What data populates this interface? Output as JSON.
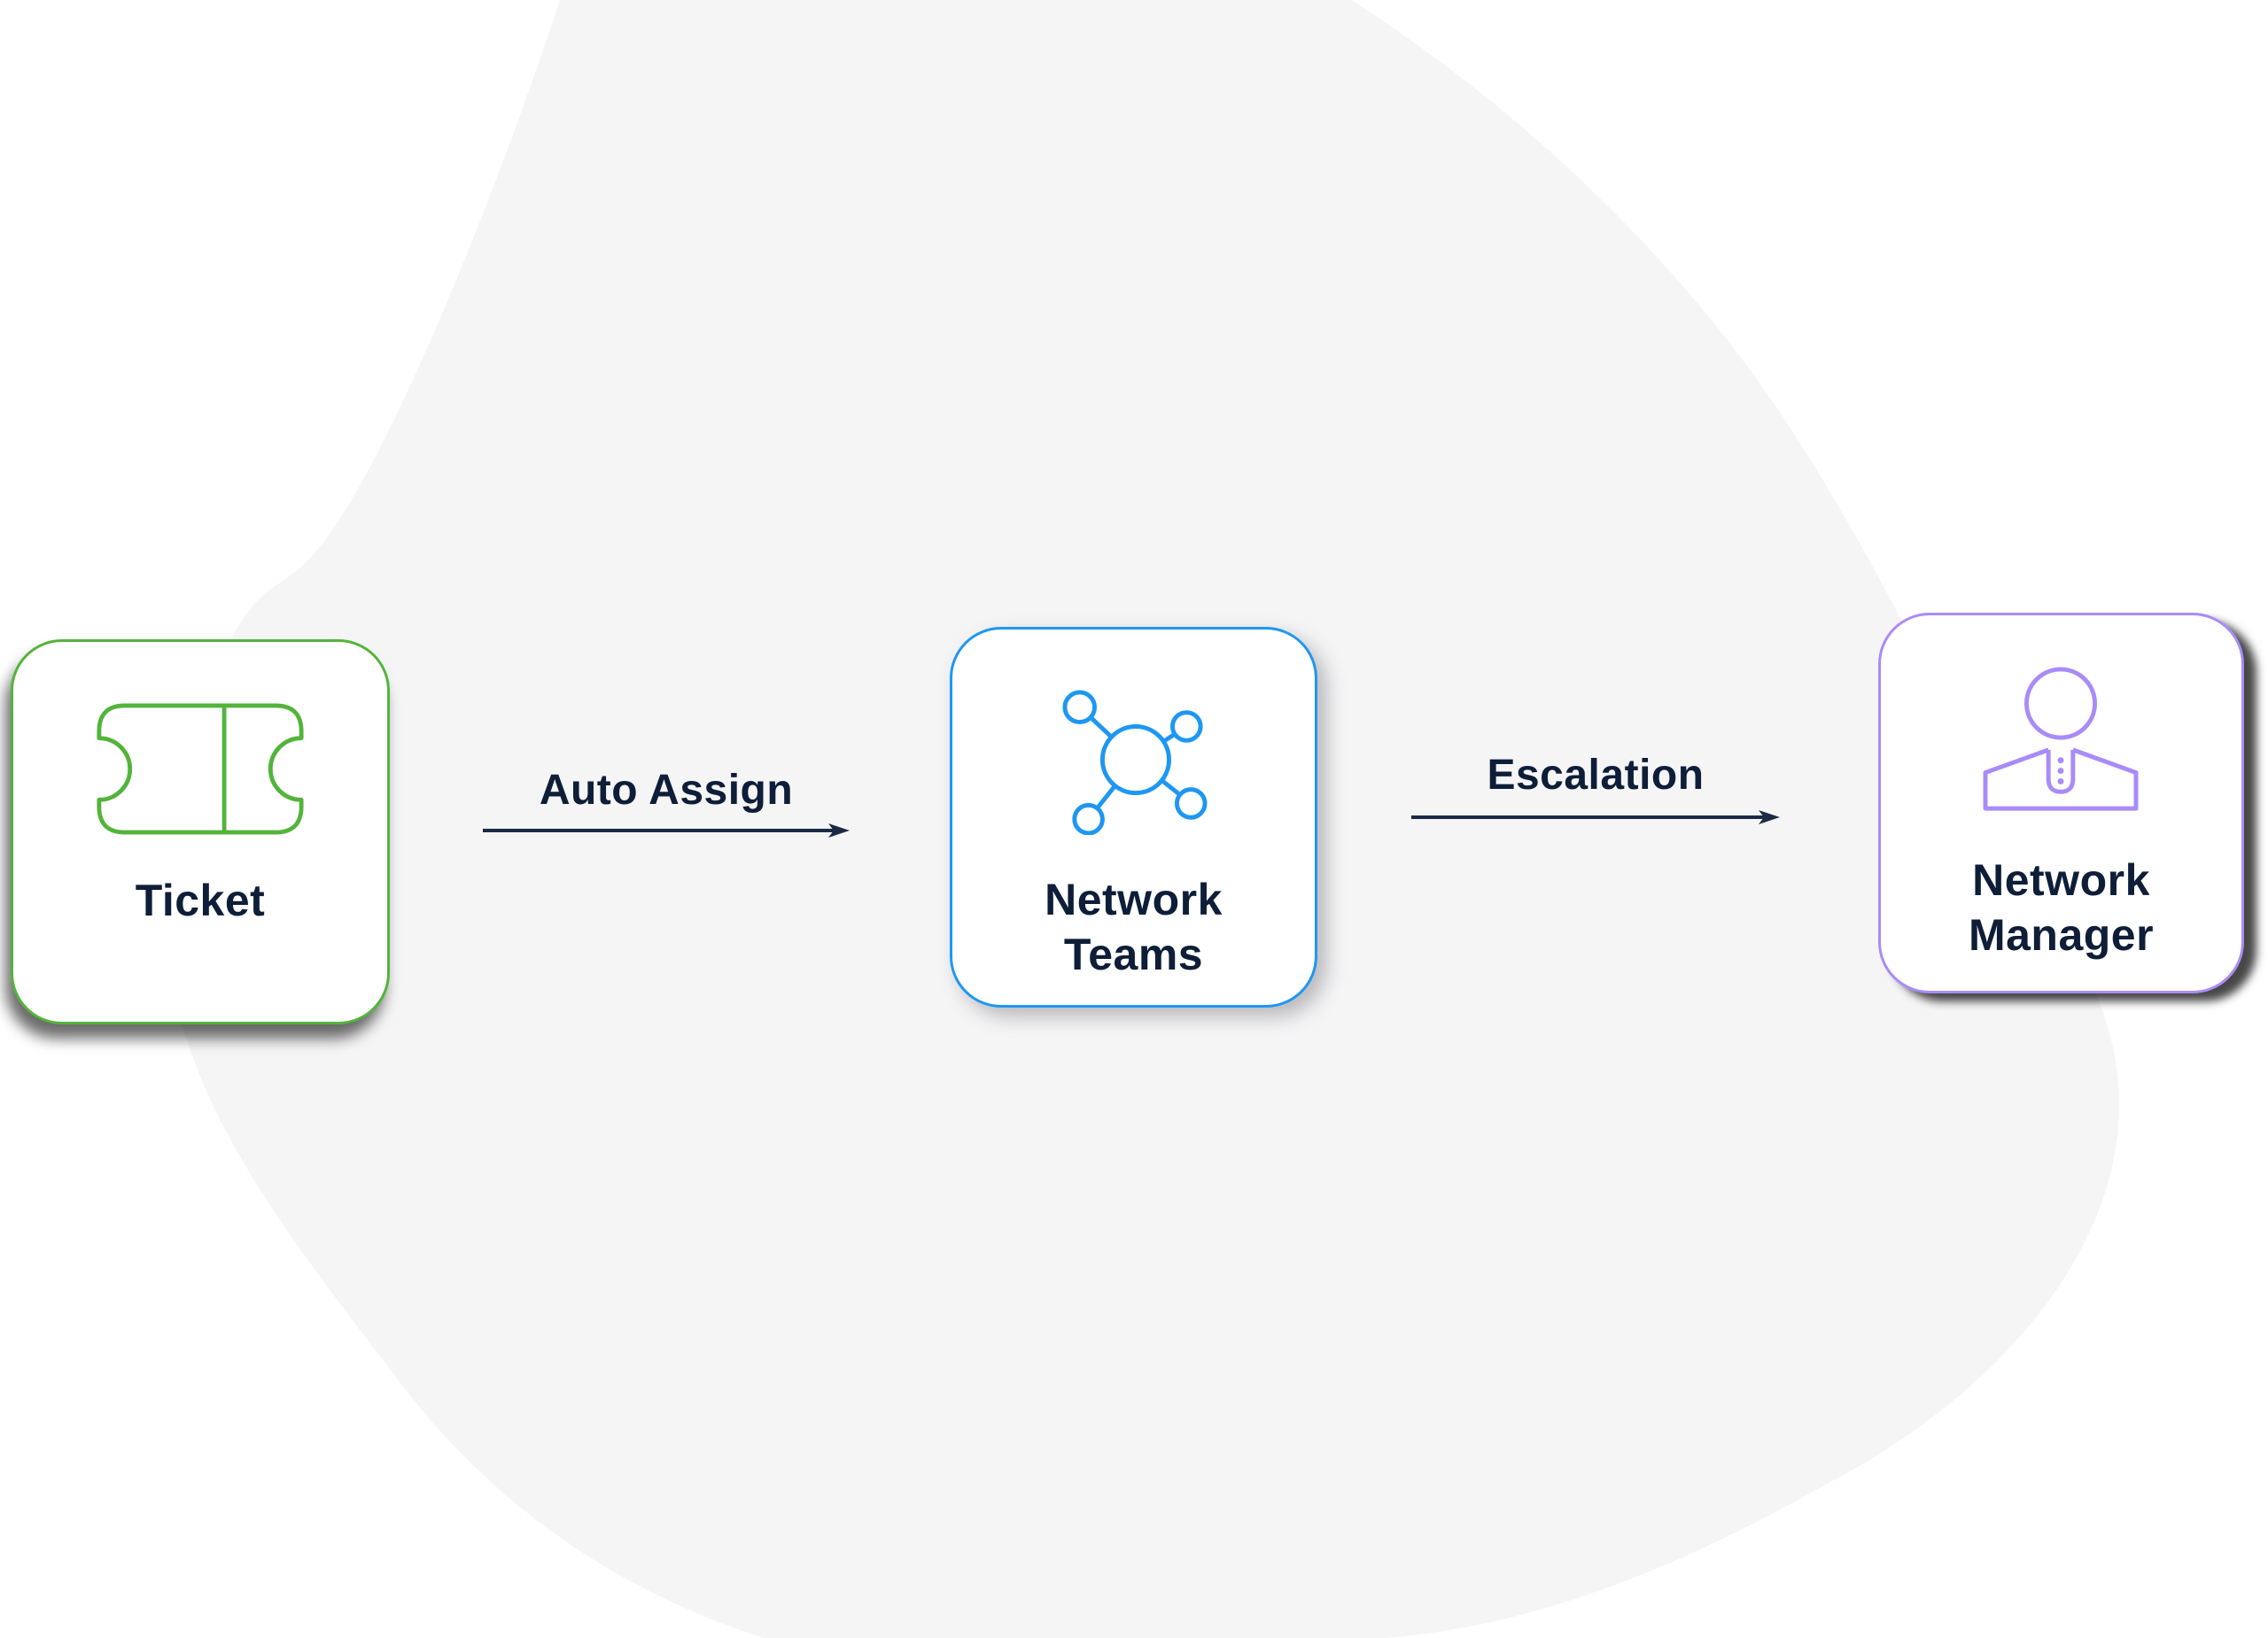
{
  "background": {
    "blob_color": "#F5F5F6",
    "page_color": "#FFFFFF"
  },
  "text_color": "#0E1E38",
  "arrow_color": "#1B2A44",
  "nodes": [
    {
      "id": "ticket",
      "icon": "ticket-icon",
      "accent_color": "#53B43C",
      "label_lines": [
        "Ticket"
      ]
    },
    {
      "id": "network-teams",
      "icon": "network-nodes-icon",
      "accent_color": "#1E97F3",
      "label_lines": [
        "Network",
        "Teams"
      ]
    },
    {
      "id": "network-manager",
      "icon": "person-icon",
      "accent_color": "#A98BF8",
      "label_lines": [
        "Network",
        "Manager"
      ]
    }
  ],
  "arrows": [
    {
      "label": "Auto Assign",
      "from": "ticket",
      "to": "network-teams"
    },
    {
      "label": "Escalation",
      "from": "network-teams",
      "to": "network-manager"
    }
  ]
}
